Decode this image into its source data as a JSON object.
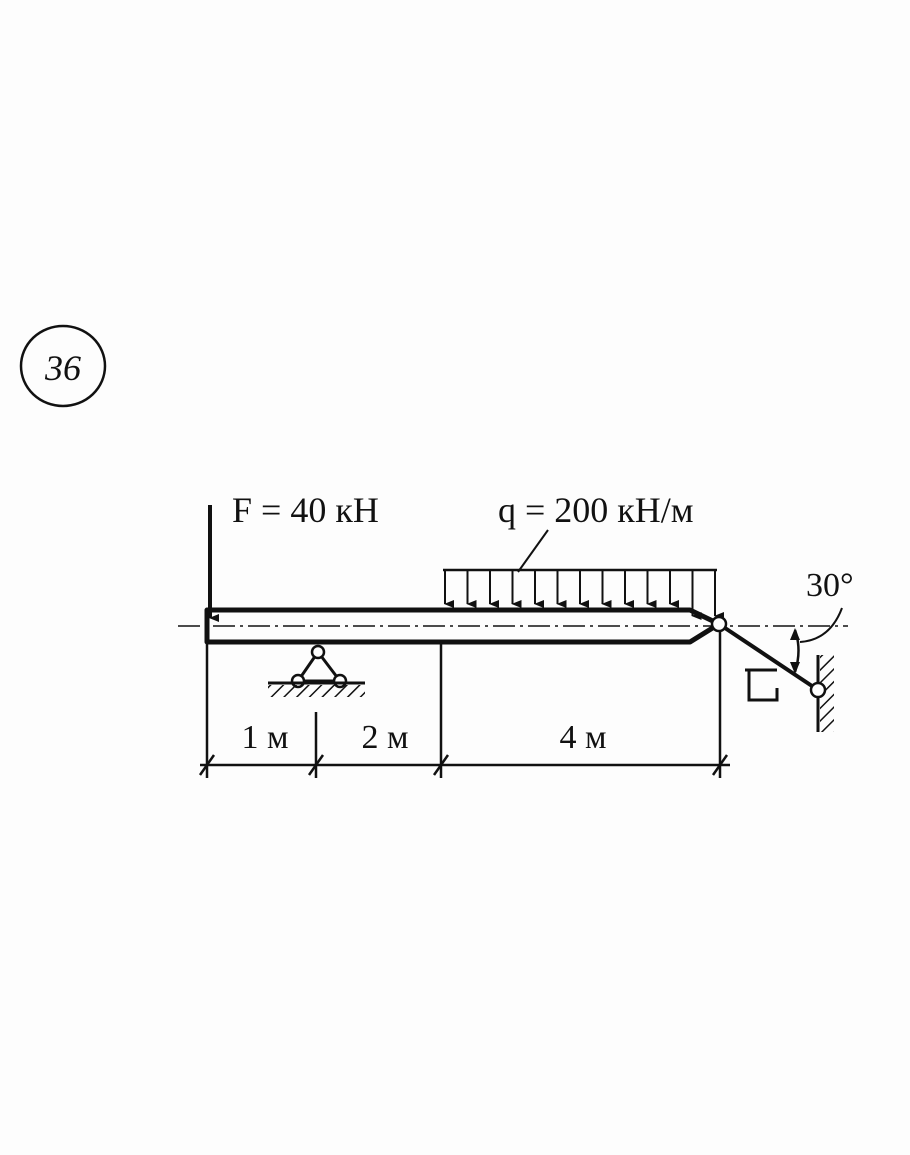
{
  "problem_number": "36",
  "force_label": "F = 40 кН",
  "load_label": "q = 200 кН/м",
  "angle_label": "30°",
  "dimensions": [
    "1 м",
    "2 м",
    "4 м"
  ],
  "colors": {
    "ink": "#111111",
    "paper": "#fdfdfd"
  }
}
